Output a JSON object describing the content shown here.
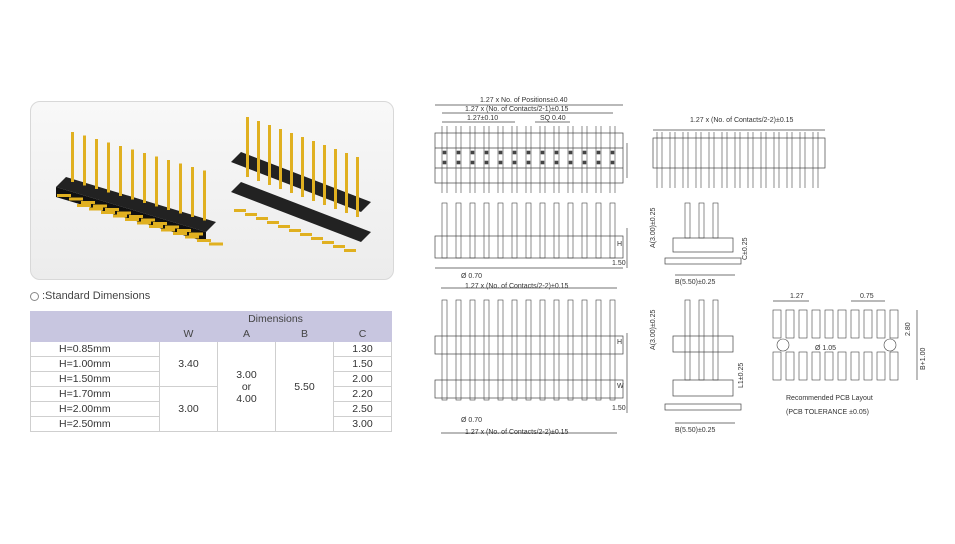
{
  "section_title": ":Standard Dimensions",
  "table": {
    "group_header": "Dimensions",
    "columns": [
      "W",
      "A",
      "B",
      "C"
    ],
    "rows": [
      "H=0.85mm",
      "H=1.00mm",
      "H=1.50mm",
      "H=1.70mm",
      "H=2.00mm",
      "H=2.50mm"
    ],
    "w_values": [
      "3.40",
      "3.00"
    ],
    "a_value": [
      "3.00",
      "or",
      "4.00"
    ],
    "b_value": "5.50",
    "c_values": [
      "1.30",
      "1.50",
      "2.00",
      "2.20",
      "2.50",
      "3.00"
    ]
  },
  "drawing": {
    "top_view": {
      "positions": "1.27 x No. of Positions±0.40",
      "contacts_minus_1": "1.27 x (No. of Contacts/2-1)±0.15",
      "pitch": "1.27±0.10",
      "sq": "SQ 0.40"
    },
    "top_right": "1.27 x (No. of Contacts/2-2)±0.15",
    "side_single": {
      "dia": "Ø 0.70",
      "contacts": "1.27 x (No. of Contacts/2-2)±0.15",
      "h": "H",
      "dim150": "1.50"
    },
    "end_single": {
      "a": "A(3.00)±0.25",
      "c": "C±0.25",
      "b": "B(5.50)±0.25"
    },
    "side_double": {
      "dia": "Ø 0.70",
      "contacts": "1.27 x (No. of Contacts/2-2)±0.15",
      "h": "H",
      "w": "W",
      "dim150": "1.50"
    },
    "end_double": {
      "a": "A(3.00)±0.25",
      "l": "L1±0.25",
      "b": "B(5.50)±0.25"
    },
    "pcb": {
      "pitch": "1.27",
      "pad": "0.75",
      "hole": "Ø 1.05",
      "h280": "2.80",
      "bplus": "B+1.00",
      "caption1": "Recommended PCB Layout",
      "caption2": "(PCB TOLERANCE ±0.05)"
    }
  }
}
